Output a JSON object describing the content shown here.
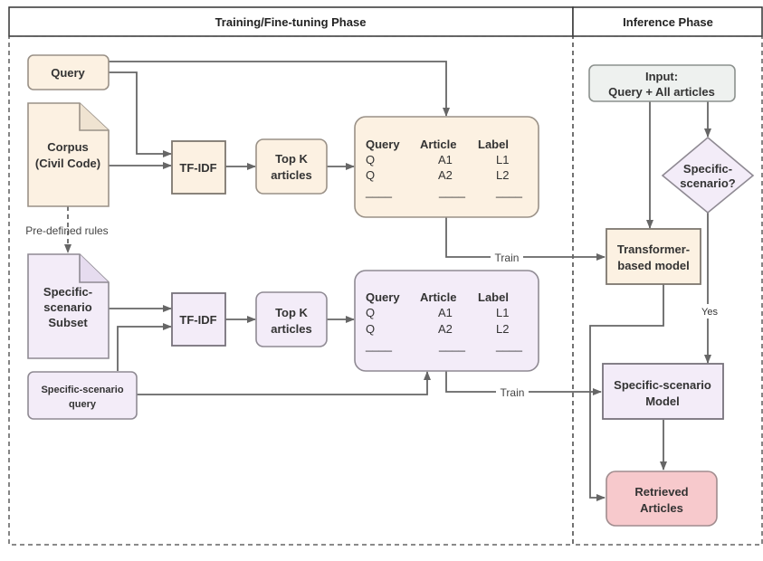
{
  "phases": {
    "training": "Training/Fine-tuning Phase",
    "inference": "Inference Phase"
  },
  "nodes": {
    "query": "Query",
    "corpus": [
      "Corpus",
      "(Civil Code)"
    ],
    "tfidf": "TF-IDF",
    "topk": [
      "Top K",
      "articles"
    ],
    "subset": [
      "Specific-",
      "scenario",
      "Subset"
    ],
    "scenario_query": [
      "Specific-scenario",
      "query"
    ],
    "input": [
      "Input:",
      "Query + All articles"
    ],
    "decision": [
      "Specific-",
      "scenario?"
    ],
    "transformer": [
      "Transformer-",
      "based model"
    ],
    "scenario_model": [
      "Specific-scenario",
      "Model"
    ],
    "retrieved": [
      "Retrieved",
      "Articles"
    ]
  },
  "table": {
    "headers": [
      "Query",
      "Article",
      "Label"
    ],
    "rows": [
      [
        "Q",
        "A1",
        "L1"
      ],
      [
        "Q",
        "A2",
        "L2"
      ]
    ],
    "blank": "____"
  },
  "edge_labels": {
    "rules": "Pre-defined rules",
    "train": "Train",
    "yes": "Yes"
  },
  "colors": {
    "orange_fill": "#fcf1e2",
    "orange_stroke": "#9a9187",
    "purple_fill": "#f3ecf8",
    "purple_stroke": "#8f8a93",
    "gray_fill": "#eef1ef",
    "red_fill": "#f7c9cc",
    "red_stroke": "#a08c8e",
    "edge": "#666666"
  }
}
